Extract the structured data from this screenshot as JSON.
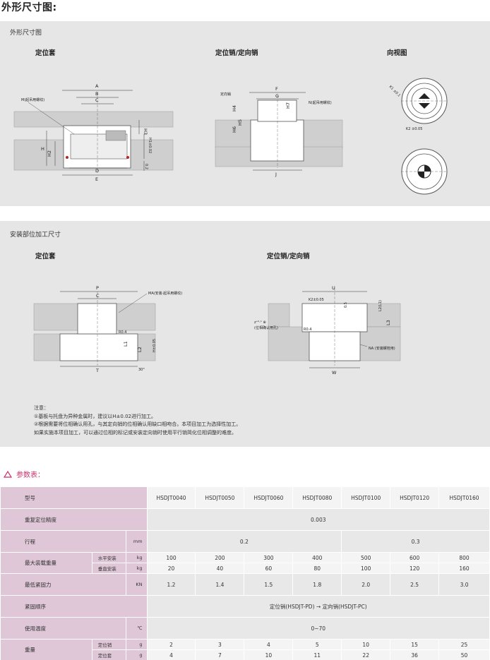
{
  "page": {
    "heading": "外形尺寸图:"
  },
  "panel1": {
    "title": "外形尺寸图",
    "sections": [
      "定位套",
      "定位销/定向销",
      "向视图"
    ],
    "labels": {
      "A": "A",
      "B": "B",
      "C": "C",
      "D": "D",
      "E": "E",
      "H": "H",
      "H1": "H1±0.02",
      "H2": "H2",
      "H3": "H3",
      "M": "M(起吊用螺纹)",
      "dim02": "0.2",
      "F": "F",
      "G": "G",
      "H4": "H4",
      "H5": "H5",
      "H6": "H6",
      "H7": "H7",
      "J": "J",
      "N": "N(起吊用螺纹)",
      "pin": "定向销",
      "K1": "K1 ±0.1",
      "K2": "K2 ±0.05"
    }
  },
  "panel2": {
    "title": "安装部位加工尺寸",
    "sections": [
      "定位套",
      "定位销/定向销"
    ],
    "labels": {
      "P": "P",
      "C": "C",
      "MA": "MA(安装·起吊用螺纹)",
      "R04": "R0.4",
      "L1": "L1",
      "L2": "L2",
      "H": "H±0.05",
      "T": "T",
      "deg30": "30°",
      "U": "U",
      "K2": "K2±0.05",
      "dim05": "0.5",
      "L2L1": "L2(L1)",
      "L3": "L3",
      "R04b": "R0.4",
      "NA": "NA (安装螺栓用)",
      "W": "W",
      "hole": "(位相确认用孔)",
      "phi": "z⁺⁰·¹ ⊕"
    },
    "notes": [
      "注意：",
      "①基板与托盘为异种金属时，建议以H±0.02进行加工。",
      "②根据需要将位相确认用孔，与其定向销的位相确认用缺口相吻合。本项目加工为选择性加工。",
      "如果实施本项目加工，可以通过位相的标记或安装定向销时使用平行销简化位相调整的难度。"
    ]
  },
  "params": {
    "title": "参数表：",
    "model_label": "型号",
    "models": [
      "HSDJT0040",
      "HSDJT0050",
      "HSDJT0060",
      "HSDJT0080",
      "HSDJT0100",
      "HSDJT0120",
      "HSDJT0160"
    ],
    "rows": {
      "accuracy": {
        "label": "重复定位精度",
        "value": "0.003"
      },
      "stroke": {
        "label": "行程",
        "unit": "mm",
        "v1": "0.2",
        "v2": "0.3"
      },
      "load": {
        "label": "最大装载重量",
        "h_label": "水平安装",
        "h_unit": "kg",
        "h_values": [
          "100",
          "200",
          "300",
          "400",
          "500",
          "600",
          "800"
        ],
        "v_label": "垂直安装",
        "v_unit": "kg",
        "v_values": [
          "20",
          "40",
          "60",
          "80",
          "100",
          "120",
          "160"
        ]
      },
      "clamp": {
        "label": "最低紧固力",
        "unit": "KN",
        "values": [
          "1.2",
          "1.4",
          "1.5",
          "1.8",
          "2.0",
          "2.5",
          "3.0"
        ]
      },
      "order": {
        "label": "紧固顺序",
        "value": "定位销(HSDJT-PD) → 定向销(HSDJT-PC)"
      },
      "temp": {
        "label": "使用温度",
        "unit": "℃",
        "value": "0~70"
      },
      "weight": {
        "label": "重量",
        "pin_label": "定位销",
        "pin_unit": "g",
        "pin_values": [
          "2",
          "3",
          "4",
          "5",
          "10",
          "15",
          "25"
        ],
        "sleeve_label": "定位套",
        "sleeve_unit": "g",
        "sleeve_values": [
          "4",
          "7",
          "10",
          "11",
          "22",
          "36",
          "50"
        ]
      }
    },
    "colors": {
      "header_bg": "#dfc7d8",
      "accent": "#c8326e",
      "cell_bg": "#f4f4f4"
    }
  }
}
